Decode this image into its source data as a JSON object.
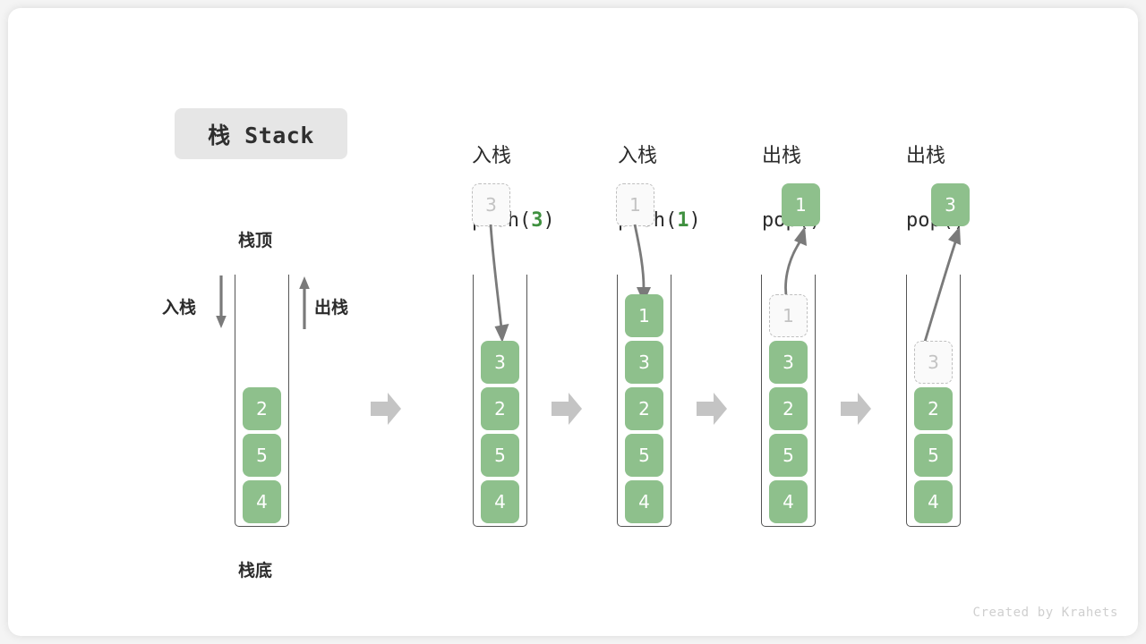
{
  "diagram": {
    "title": "栈 Stack",
    "credit": "Created by Krahets",
    "colors": {
      "element_green": "#8ec08c",
      "accent_green": "#3f903f",
      "ghost_border": "#bfbfbf",
      "arrow_gray": "#7a7a7a",
      "block_arrow_gray": "#c4c4c4",
      "chip_bg": "#e6e6e6",
      "text_dark": "#2b2b2b"
    },
    "labels": {
      "stack_top": "栈顶",
      "stack_bottom": "栈底",
      "push_side": "入栈",
      "pop_side": "出栈"
    },
    "steps": [
      {
        "id": "initial",
        "op_cn": "",
        "op_code_prefix": "",
        "op_code_arg": "",
        "op_code_suffix": "",
        "floating": null,
        "ghost_in_stack": null,
        "cells": [
          "2",
          "5",
          "4"
        ]
      },
      {
        "id": "push-3",
        "op_cn": "入栈",
        "op_code_prefix": "push(",
        "op_code_arg": "3",
        "op_code_suffix": ")",
        "floating": {
          "value": "3",
          "style": "ghost"
        },
        "ghost_in_stack": null,
        "cells": [
          "3",
          "2",
          "5",
          "4"
        ]
      },
      {
        "id": "push-1",
        "op_cn": "入栈",
        "op_code_prefix": "push(",
        "op_code_arg": "1",
        "op_code_suffix": ")",
        "floating": {
          "value": "1",
          "style": "ghost"
        },
        "ghost_in_stack": null,
        "cells": [
          "1",
          "3",
          "2",
          "5",
          "4"
        ]
      },
      {
        "id": "pop-1",
        "op_cn": "出栈",
        "op_code_prefix": "pop(",
        "op_code_arg": "",
        "op_code_suffix": ")",
        "floating": {
          "value": "1",
          "style": "solid"
        },
        "ghost_in_stack": "1",
        "cells": [
          "3",
          "2",
          "5",
          "4"
        ]
      },
      {
        "id": "pop-3",
        "op_cn": "出栈",
        "op_code_prefix": "pop(",
        "op_code_arg": "",
        "op_code_suffix": ")",
        "floating": {
          "value": "3",
          "style": "solid"
        },
        "ghost_in_stack": "3",
        "cells": [
          "2",
          "5",
          "4"
        ]
      }
    ]
  }
}
